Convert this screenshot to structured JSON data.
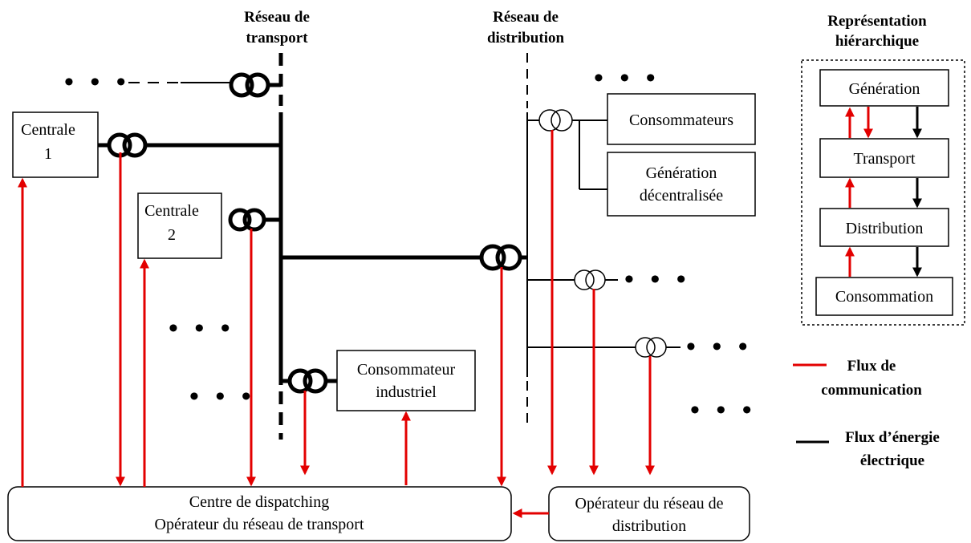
{
  "headers": {
    "transport": [
      "Réseau de",
      "transport"
    ],
    "distribution": [
      "Réseau de",
      "distribution"
    ],
    "hierarchy": [
      "Représentation",
      "hiérarchique"
    ]
  },
  "nodes": {
    "centrale1": [
      "Centrale",
      "1"
    ],
    "centrale2": [
      "Centrale",
      "2"
    ],
    "consommateurs": "Consommateurs",
    "generation_dec": [
      "Génération",
      "décentralisée"
    ],
    "consommateur_industriel": [
      "Consommateur",
      "industriel"
    ],
    "dispatching": [
      "Centre de dispatching",
      "Opérateur du réseau de transport"
    ],
    "operateur_distribution": [
      "Opérateur du réseau de",
      "distribution"
    ]
  },
  "hierarchy_levels": [
    "Génération",
    "Transport",
    "Distribution",
    "Consommation"
  ],
  "legend": {
    "communication": [
      "Flux de",
      "communication"
    ],
    "energie": [
      "Flux d’énergie",
      "électrique"
    ]
  },
  "ellipsis": "• • •",
  "colors": {
    "communication": "#e30000",
    "energy": "#000000"
  }
}
